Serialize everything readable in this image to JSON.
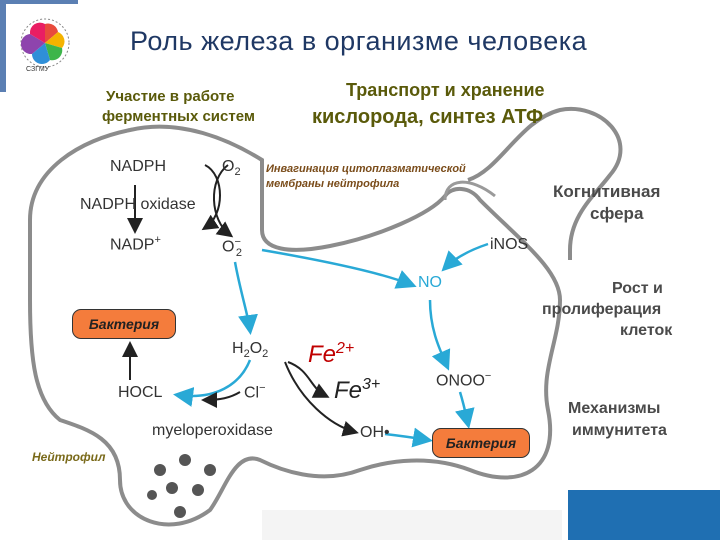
{
  "header": {
    "title": "Роль железа в организме человека",
    "logo_text": "СЗГМУ"
  },
  "labels": {
    "enzymes": [
      "Участие в работе",
      "ферментных систем"
    ],
    "transport": [
      "Транспорт и хранение",
      "кислорода, синтез АТФ"
    ],
    "cognitive": [
      "Когнитивная",
      "сфера"
    ],
    "growth": [
      "Рост и",
      "пролиферация",
      "клеток"
    ],
    "immunity": [
      "Механизмы",
      "иммунитета"
    ],
    "invagination": [
      "Инвагинация цитоплазматической",
      "мембраны нейтрофила"
    ],
    "neutrophil": "Нейтрофил"
  },
  "molecules": {
    "nadph": "NADPH",
    "o2": "O",
    "o2_sub": "2",
    "nadph_oxidase": "NADPH oxidase",
    "nadp": "NADP",
    "nadp_sup": "+",
    "o2minus": "O",
    "o2minus_sub": "2",
    "o2minus_sup": "−",
    "inos": "iNOS",
    "no": "NO",
    "h2o2": "H",
    "h2o2_sub1": "2",
    "h2o2_mid": "O",
    "h2o2_sub2": "2",
    "hocl": "HOCL",
    "cl": "Cl",
    "cl_sup": "−",
    "onoo": "ONOO",
    "onoo_sup": "−",
    "myeloperoxidase": "myeloperoxidase",
    "oh": "OH•"
  },
  "iron": {
    "fe2": "Fe",
    "fe2_sup": "2+",
    "fe3": "Fe",
    "fe3_sup": "3+"
  },
  "boxes": {
    "bacteria1": "Бактерия",
    "bacteria2": "Бактерия"
  },
  "colors": {
    "title": "#1f3864",
    "arrow_cyan": "#29a9d6",
    "bacteria_fill": "#f47c3c",
    "fe2_color": "#c00000",
    "fe3_color": "#222222",
    "corner_blue": "#1f6fb2"
  }
}
